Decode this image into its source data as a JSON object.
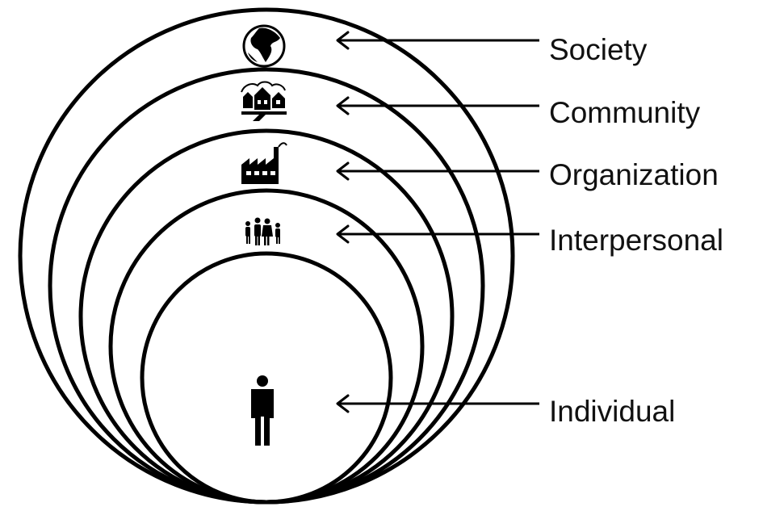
{
  "levels": [
    {
      "label": "Society",
      "icon": "globe-icon"
    },
    {
      "label": "Community",
      "icon": "houses-icon"
    },
    {
      "label": "Organization",
      "icon": "factory-icon"
    },
    {
      "label": "Interpersonal",
      "icon": "people-group-icon"
    },
    {
      "label": "Individual",
      "icon": "person-icon"
    }
  ],
  "colors": {
    "stroke": "#000000",
    "background": "#ffffff"
  }
}
